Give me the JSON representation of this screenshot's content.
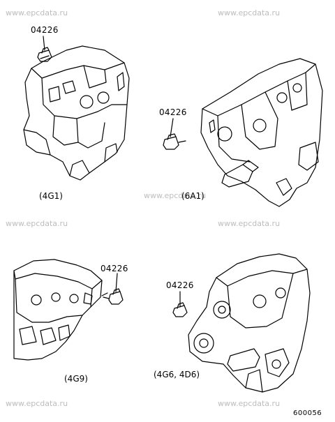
{
  "watermark": "www.epcdata.ru",
  "figure_number": "600056",
  "groups": [
    {
      "part_number": "04226",
      "engine_label": "(4G1)"
    },
    {
      "part_number": "04226",
      "engine_label": "(6A1)"
    },
    {
      "part_number": "04226",
      "engine_label": "(4G9)"
    },
    {
      "part_number": "04226",
      "engine_label": "(4G6, 4D6)"
    }
  ]
}
